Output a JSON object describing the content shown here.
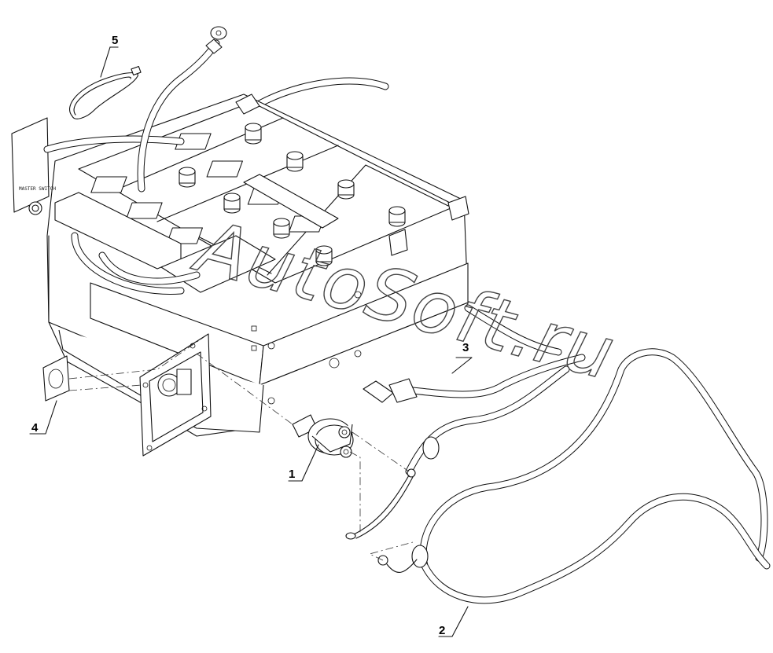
{
  "diagram": {
    "callouts": [
      {
        "id": "1",
        "label": "1"
      },
      {
        "id": "2",
        "label": "2"
      },
      {
        "id": "3",
        "label": "3"
      },
      {
        "id": "4",
        "label": "4"
      },
      {
        "id": "5",
        "label": "5"
      }
    ],
    "watermark": "AutoSoft.ru",
    "plate_text": "MASTER SWITCH"
  }
}
